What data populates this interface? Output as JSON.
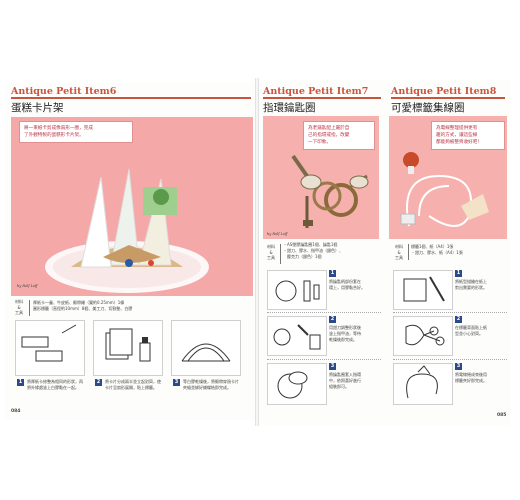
{
  "left": {
    "item_en": "Antique Petit Item6",
    "item_zh": "蛋糕卡片架",
    "callout": [
      "將一束紙卡剪成像扇形一圈，完成",
      "了外觀特製的蛋糕形卡片架。"
    ],
    "credit": "by Rolf Loff",
    "materials_label": [
      "材料",
      "&",
      "工具"
    ],
    "materials": [
      "厚紙卡一疊、牛皮紙、緞帶繩（寬約0.25mm）1條",
      "圓形標籤（直徑約10mm）8個、美工刀、切割墊、白膠"
    ],
    "steps": [
      {
        "num": "1",
        "text": [
          "將厚紙卡修整為相同的形狀，再",
          "將外緣處塗上白膠黏在一起。"
        ]
      },
      {
        "num": "2",
        "text": [
          "將卡片分成兩半並立起對齊，使",
          "卡片呈扇形展開，貼上標籤。"
        ]
      },
      {
        "num": "3",
        "text": [
          "等白膠乾燥後，將緞帶穿過卡片",
          "夾縫並綁好蝴蝶結即完成。"
        ]
      }
    ],
    "page_number": "084"
  },
  "item7": {
    "item_en": "Antique Petit Item7",
    "item_zh": "指環鑰匙圈",
    "callout": [
      "為老鑰匙配上屬於自",
      "己的指環戒指，改變",
      "一下印象。"
    ],
    "credit": "by Rolf Loff",
    "materials_label": [
      "材料",
      "&",
      "工具"
    ],
    "materials": [
      "・AS塑膠鑰匙圈1個、鑰匙1個",
      "・鉗刀、膠水、指甲油（銀色）、",
      "　壓克力（銀色）1個"
    ],
    "steps": [
      {
        "num": "1",
        "text": [
          "將鑰匙柄部份套在",
          "環上，用膠黏合好。"
        ]
      },
      {
        "num": "2",
        "text": [
          "用鉗刀調整形狀後",
          "塗上指甲油，等待",
          "乾燥後即完成。"
        ]
      },
      {
        "num": "3",
        "text": [
          "將鑰匙圈套入指環",
          "中，依照喜好進行",
          "組裝即可。"
        ]
      }
    ]
  },
  "item8": {
    "item_en": "Antique Petit Item8",
    "item_zh": "可愛標籤集線圈",
    "callout": [
      "為電線整理提供更有",
      "趣的方式，讓這些線",
      "都能夠被整齊收好吧！"
    ],
    "materials_label": [
      "材料",
      "&",
      "工具"
    ],
    "materials": [
      "標籤1個、紙（A4）1張",
      "・鉗刀、膠水、紙（A4）1張"
    ],
    "steps": [
      {
        "num": "1",
        "text": [
          "將紙型描繪在紙上",
          "剪出需要的形狀。"
        ]
      },
      {
        "num": "2",
        "text": [
          "在標籤背面貼上紙",
          "型並小心對齊。"
        ]
      },
      {
        "num": "3",
        "text": [
          "將電線捲成束後用",
          "標籤夾好即完成。"
        ]
      }
    ],
    "page_number": "085"
  },
  "colors": {
    "accent": "#c8543d",
    "step_badge": "#2a4a8a",
    "photo_bg": "#f4a9a8"
  }
}
